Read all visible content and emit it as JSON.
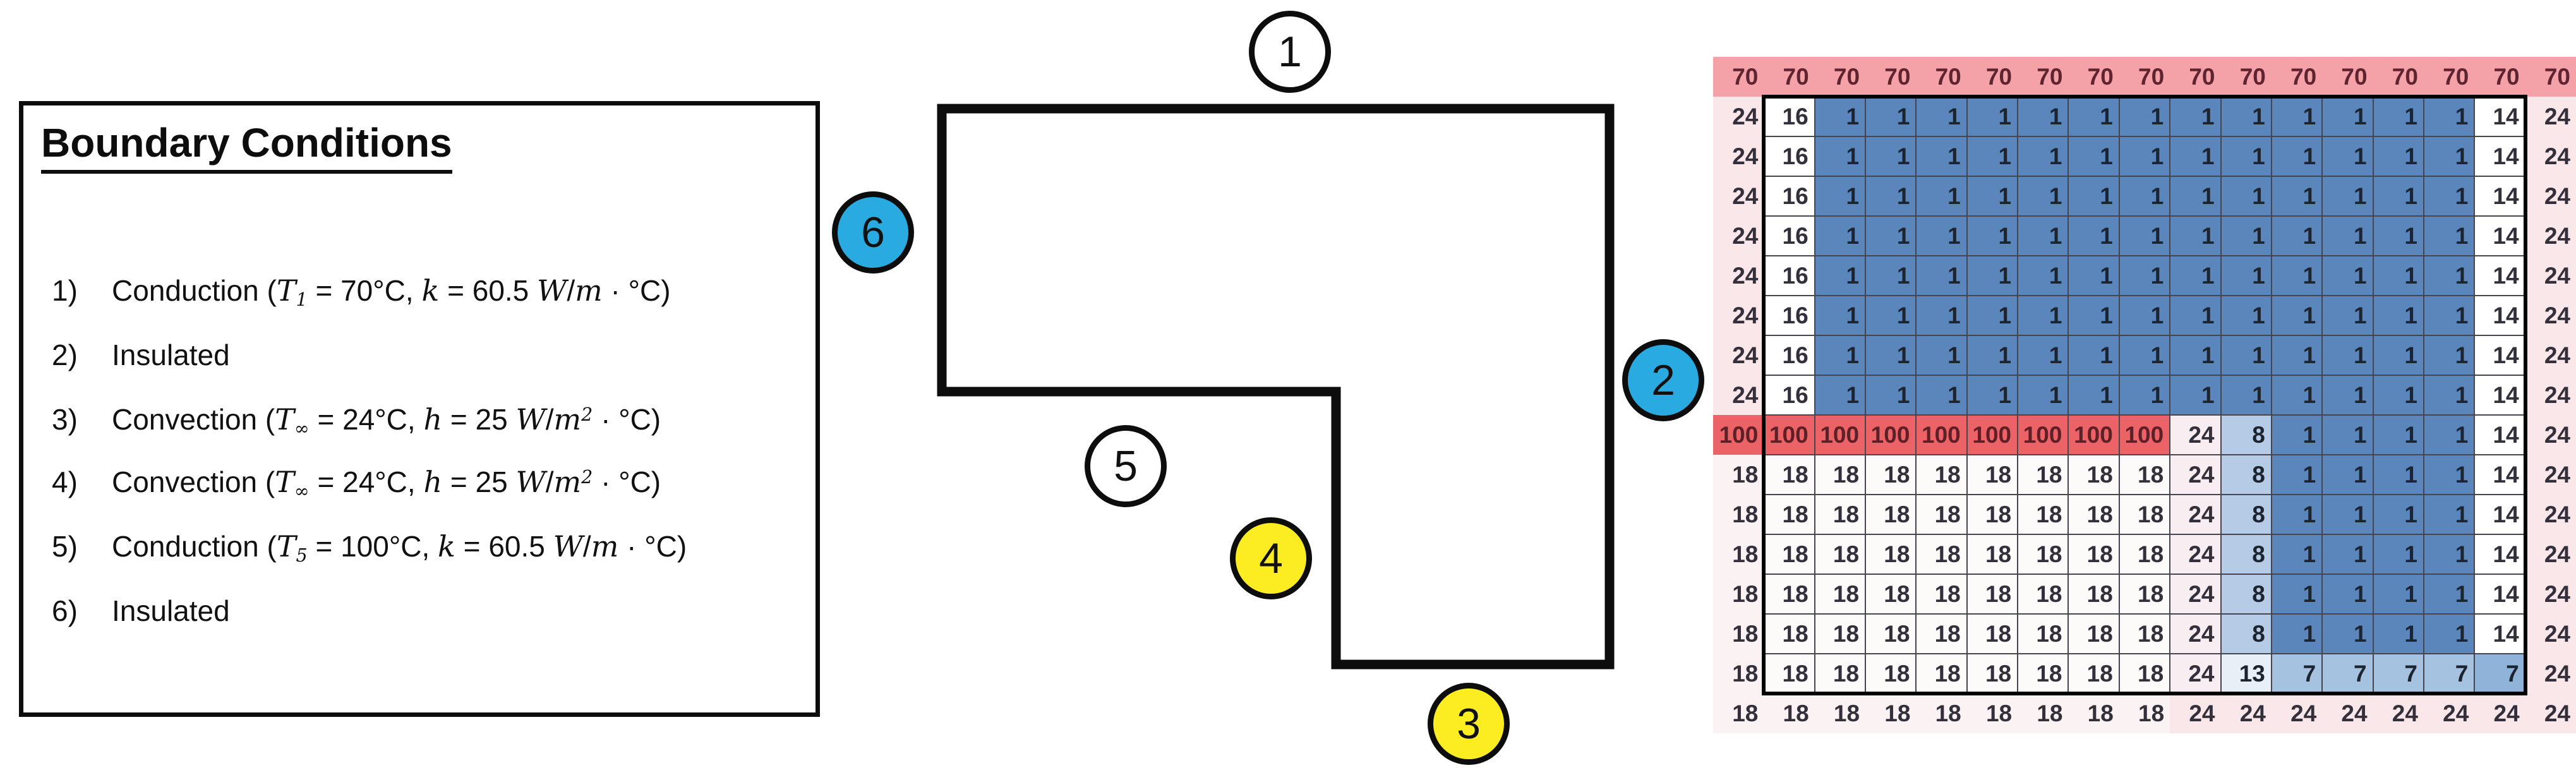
{
  "boundary_panel": {
    "title": "Boundary Conditions",
    "items": [
      {
        "num": "1)",
        "runs": [
          {
            "s": "r",
            "t": "Conduction ("
          },
          {
            "s": "i",
            "t": "T"
          },
          {
            "s": "sub",
            "t": "1"
          },
          {
            "s": "r",
            "t": " = 70°C, "
          },
          {
            "s": "i",
            "t": "k"
          },
          {
            "s": "r",
            "t": " = 60.5 "
          },
          {
            "s": "i",
            "t": "W"
          },
          {
            "s": "r",
            "t": "/"
          },
          {
            "s": "i",
            "t": "m"
          },
          {
            "s": "r",
            "t": " · °C)"
          }
        ]
      },
      {
        "num": "2)",
        "runs": [
          {
            "s": "r",
            "t": "Insulated"
          }
        ]
      },
      {
        "num": "3)",
        "runs": [
          {
            "s": "r",
            "t": "Convection ("
          },
          {
            "s": "i",
            "t": "T"
          },
          {
            "s": "sub",
            "t": "∞"
          },
          {
            "s": "r",
            "t": " = 24°C, "
          },
          {
            "s": "i",
            "t": "h"
          },
          {
            "s": "r",
            "t": " = 25 "
          },
          {
            "s": "i",
            "t": "W"
          },
          {
            "s": "r",
            "t": "/"
          },
          {
            "s": "i",
            "t": "m"
          },
          {
            "s": "sup",
            "t": "2"
          },
          {
            "s": "r",
            "t": " · °C)"
          }
        ]
      },
      {
        "num": "4)",
        "runs": [
          {
            "s": "r",
            "t": "Convection ("
          },
          {
            "s": "i",
            "t": "T"
          },
          {
            "s": "sub",
            "t": "∞"
          },
          {
            "s": "r",
            "t": " = 24°C, "
          },
          {
            "s": "i",
            "t": "h"
          },
          {
            "s": "r",
            "t": " = 25 "
          },
          {
            "s": "i",
            "t": "W"
          },
          {
            "s": "r",
            "t": "/"
          },
          {
            "s": "i",
            "t": "m"
          },
          {
            "s": "sup",
            "t": "2"
          },
          {
            "s": "r",
            "t": " · °C)"
          }
        ]
      },
      {
        "num": "5)",
        "runs": [
          {
            "s": "r",
            "t": "Conduction ("
          },
          {
            "s": "i",
            "t": "T"
          },
          {
            "s": "sub",
            "t": "5"
          },
          {
            "s": "r",
            "t": " = 100°C, "
          },
          {
            "s": "i",
            "t": "k"
          },
          {
            "s": "r",
            "t": " = 60.5 "
          },
          {
            "s": "i",
            "t": "W"
          },
          {
            "s": "r",
            "t": "/"
          },
          {
            "s": "i",
            "t": "m"
          },
          {
            "s": "r",
            "t": " · °C)"
          }
        ]
      },
      {
        "num": "6)",
        "runs": [
          {
            "s": "r",
            "t": "Insulated"
          }
        ]
      }
    ]
  },
  "shape_labels": [
    {
      "label": "1",
      "fill": "white"
    },
    {
      "label": "2",
      "fill": "blue"
    },
    {
      "label": "3",
      "fill": "yellow"
    },
    {
      "label": "4",
      "fill": "yellow"
    },
    {
      "label": "5",
      "fill": "white"
    },
    {
      "label": "6",
      "fill": "blue"
    }
  ],
  "colors": {
    "circle_white": "#ffffff",
    "circle_blue": "#29abe2",
    "circle_yellow": "#fbed21",
    "outline_black": "#0d0d0d"
  },
  "grid": {
    "palette": {
      "P": {
        "bg": "#f4a2a7",
        "fg": "#5e2430"
      },
      "R": {
        "bg": "#eb6367",
        "fg": "#5e1f26"
      },
      "LP": {
        "bg": "#f9e7ea",
        "fg": "#33303b"
      },
      "P24": {
        "bg": "#f8edf0",
        "fg": "#33303b"
      },
      "LP2": {
        "bg": "#fbf2f3",
        "fg": "#33303b"
      },
      "W": {
        "bg": "#ffffff",
        "fg": "#33303b"
      },
      "WI": {
        "bg": "#fdfafa",
        "fg": "#33303b"
      },
      "B": {
        "bg": "#5b86bc",
        "fg": "#1c2430"
      },
      "B8": {
        "bg": "#b6cce6",
        "fg": "#1c2430"
      },
      "B13": {
        "bg": "#e9eff6",
        "fg": "#1c2430"
      },
      "B7": {
        "bg": "#a6c2e1",
        "fg": "#1c2430"
      },
      "B7D": {
        "bg": "#90b3da",
        "fg": "#1c2430"
      }
    },
    "values": [
      [
        70,
        70,
        70,
        70,
        70,
        70,
        70,
        70,
        70,
        70,
        70,
        70,
        70,
        70,
        70,
        70,
        70
      ],
      [
        24,
        16,
        1,
        1,
        1,
        1,
        1,
        1,
        1,
        1,
        1,
        1,
        1,
        1,
        1,
        14,
        24
      ],
      [
        24,
        16,
        1,
        1,
        1,
        1,
        1,
        1,
        1,
        1,
        1,
        1,
        1,
        1,
        1,
        14,
        24
      ],
      [
        24,
        16,
        1,
        1,
        1,
        1,
        1,
        1,
        1,
        1,
        1,
        1,
        1,
        1,
        1,
        14,
        24
      ],
      [
        24,
        16,
        1,
        1,
        1,
        1,
        1,
        1,
        1,
        1,
        1,
        1,
        1,
        1,
        1,
        14,
        24
      ],
      [
        24,
        16,
        1,
        1,
        1,
        1,
        1,
        1,
        1,
        1,
        1,
        1,
        1,
        1,
        1,
        14,
        24
      ],
      [
        24,
        16,
        1,
        1,
        1,
        1,
        1,
        1,
        1,
        1,
        1,
        1,
        1,
        1,
        1,
        14,
        24
      ],
      [
        24,
        16,
        1,
        1,
        1,
        1,
        1,
        1,
        1,
        1,
        1,
        1,
        1,
        1,
        1,
        14,
        24
      ],
      [
        24,
        16,
        1,
        1,
        1,
        1,
        1,
        1,
        1,
        1,
        1,
        1,
        1,
        1,
        1,
        14,
        24
      ],
      [
        100,
        100,
        100,
        100,
        100,
        100,
        100,
        100,
        100,
        24,
        8,
        1,
        1,
        1,
        1,
        14,
        24
      ],
      [
        18,
        18,
        18,
        18,
        18,
        18,
        18,
        18,
        18,
        24,
        8,
        1,
        1,
        1,
        1,
        14,
        24
      ],
      [
        18,
        18,
        18,
        18,
        18,
        18,
        18,
        18,
        18,
        24,
        8,
        1,
        1,
        1,
        1,
        14,
        24
      ],
      [
        18,
        18,
        18,
        18,
        18,
        18,
        18,
        18,
        18,
        24,
        8,
        1,
        1,
        1,
        1,
        14,
        24
      ],
      [
        18,
        18,
        18,
        18,
        18,
        18,
        18,
        18,
        18,
        24,
        8,
        1,
        1,
        1,
        1,
        14,
        24
      ],
      [
        18,
        18,
        18,
        18,
        18,
        18,
        18,
        18,
        18,
        24,
        8,
        1,
        1,
        1,
        1,
        14,
        24
      ],
      [
        18,
        18,
        18,
        18,
        18,
        18,
        18,
        18,
        18,
        24,
        13,
        7,
        7,
        7,
        7,
        7,
        24
      ],
      [
        18,
        18,
        18,
        18,
        18,
        18,
        18,
        18,
        18,
        24,
        24,
        24,
        24,
        24,
        24,
        24,
        24
      ]
    ],
    "styles": [
      [
        "P",
        "P",
        "P",
        "P",
        "P",
        "P",
        "P",
        "P",
        "P",
        "P",
        "P",
        "P",
        "P",
        "P",
        "P",
        "P",
        "P"
      ],
      [
        "LP",
        "W",
        "B",
        "B",
        "B",
        "B",
        "B",
        "B",
        "B",
        "B",
        "B",
        "B",
        "B",
        "B",
        "B",
        "W",
        "LP"
      ],
      [
        "LP",
        "W",
        "B",
        "B",
        "B",
        "B",
        "B",
        "B",
        "B",
        "B",
        "B",
        "B",
        "B",
        "B",
        "B",
        "W",
        "LP"
      ],
      [
        "LP",
        "W",
        "B",
        "B",
        "B",
        "B",
        "B",
        "B",
        "B",
        "B",
        "B",
        "B",
        "B",
        "B",
        "B",
        "W",
        "LP"
      ],
      [
        "LP",
        "W",
        "B",
        "B",
        "B",
        "B",
        "B",
        "B",
        "B",
        "B",
        "B",
        "B",
        "B",
        "B",
        "B",
        "W",
        "LP"
      ],
      [
        "LP",
        "W",
        "B",
        "B",
        "B",
        "B",
        "B",
        "B",
        "B",
        "B",
        "B",
        "B",
        "B",
        "B",
        "B",
        "W",
        "LP"
      ],
      [
        "LP",
        "W",
        "B",
        "B",
        "B",
        "B",
        "B",
        "B",
        "B",
        "B",
        "B",
        "B",
        "B",
        "B",
        "B",
        "W",
        "LP"
      ],
      [
        "LP",
        "W",
        "B",
        "B",
        "B",
        "B",
        "B",
        "B",
        "B",
        "B",
        "B",
        "B",
        "B",
        "B",
        "B",
        "W",
        "LP"
      ],
      [
        "LP",
        "W",
        "B",
        "B",
        "B",
        "B",
        "B",
        "B",
        "B",
        "B",
        "B",
        "B",
        "B",
        "B",
        "B",
        "W",
        "LP"
      ],
      [
        "R",
        "R",
        "R",
        "R",
        "R",
        "R",
        "R",
        "R",
        "R",
        "P24",
        "B8",
        "B",
        "B",
        "B",
        "B",
        "W",
        "LP"
      ],
      [
        "LP2",
        "WI",
        "WI",
        "WI",
        "WI",
        "WI",
        "WI",
        "WI",
        "WI",
        "P24",
        "B8",
        "B",
        "B",
        "B",
        "B",
        "W",
        "LP"
      ],
      [
        "LP2",
        "WI",
        "WI",
        "WI",
        "WI",
        "WI",
        "WI",
        "WI",
        "WI",
        "P24",
        "B8",
        "B",
        "B",
        "B",
        "B",
        "W",
        "LP"
      ],
      [
        "LP2",
        "WI",
        "WI",
        "WI",
        "WI",
        "WI",
        "WI",
        "WI",
        "WI",
        "P24",
        "B8",
        "B",
        "B",
        "B",
        "B",
        "W",
        "LP"
      ],
      [
        "LP2",
        "WI",
        "WI",
        "WI",
        "WI",
        "WI",
        "WI",
        "WI",
        "WI",
        "P24",
        "B8",
        "B",
        "B",
        "B",
        "B",
        "W",
        "LP"
      ],
      [
        "LP2",
        "WI",
        "WI",
        "WI",
        "WI",
        "WI",
        "WI",
        "WI",
        "WI",
        "P24",
        "B8",
        "B",
        "B",
        "B",
        "B",
        "W",
        "LP"
      ],
      [
        "LP2",
        "WI",
        "WI",
        "WI",
        "WI",
        "WI",
        "WI",
        "WI",
        "WI",
        "P24",
        "B13",
        "B7",
        "B7",
        "B7",
        "B7",
        "B7D",
        "LP"
      ],
      [
        "LP2",
        "LP2",
        "LP2",
        "LP2",
        "LP2",
        "LP2",
        "LP2",
        "LP2",
        "LP2",
        "LP",
        "LP",
        "LP",
        "LP",
        "LP",
        "LP",
        "LP",
        "LP"
      ]
    ]
  }
}
